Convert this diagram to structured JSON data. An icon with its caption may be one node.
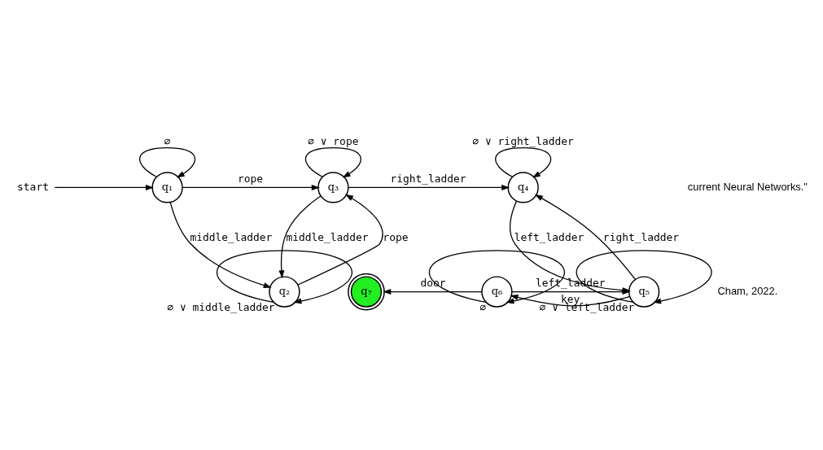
{
  "diagram": {
    "nodes": [
      {
        "text": [
          "start"
        ]
      },
      {
        "text": [
          "q₁"
        ]
      },
      {
        "text": [
          "q₂"
        ]
      },
      {
        "text": [
          "q₃"
        ]
      },
      {
        "text": [
          "q₄"
        ]
      },
      {
        "text": [
          "q₅"
        ]
      },
      {
        "text": [
          "q₆"
        ]
      },
      {
        "text": [
          "q₇"
        ]
      }
    ],
    "edges": [
      {
        "from": 0,
        "to": 1,
        "arrow": "to"
      },
      {
        "from": 1,
        "to": 1,
        "arrow": "to",
        "label": "∅"
      },
      {
        "from": 1,
        "to": 3,
        "arrow": "to",
        "label": "rope"
      },
      {
        "from": 1,
        "to": 2,
        "arrow": "to",
        "label": "middle_ladder"
      },
      {
        "from": 2,
        "to": 3,
        "arrow": "to",
        "label": "rope"
      },
      {
        "from": 3,
        "to": 2,
        "arrow": "to",
        "label": "middle_ladder"
      },
      {
        "from": 3,
        "to": 3,
        "arrow": "to",
        "label": "∅ ∨ rope"
      },
      {
        "from": 3,
        "to": 4,
        "arrow": "to",
        "label": "right_ladder"
      },
      {
        "from": 4,
        "to": 4,
        "arrow": "to",
        "label": "∅ ∨ right_ladder"
      },
      {
        "from": 4,
        "to": 5,
        "arrow": "to",
        "label": "left_ladder"
      },
      {
        "from": 5,
        "to": 4,
        "arrow": "to",
        "label": "right_ladder"
      },
      {
        "from": 2,
        "to": 2,
        "arrow": "to",
        "label": "∅ ∨ middle_ladder"
      },
      {
        "from": 6,
        "to": 5,
        "arrow": "to",
        "label": "left_ladder"
      },
      {
        "from": 5,
        "to": 6,
        "arrow": "to",
        "label": "key"
      },
      {
        "from": 5,
        "to": 5,
        "arrow": "to",
        "label": "∅ ∨ left_ladder"
      },
      {
        "from": 6,
        "to": 6,
        "arrow": "to",
        "label": "∅"
      },
      {
        "from": 6,
        "to": 7,
        "arrow": "to",
        "label": "door"
      }
    ],
    "labels": [
      "current Neural Networks.\"",
      "Cham, 2022."
    ]
  }
}
